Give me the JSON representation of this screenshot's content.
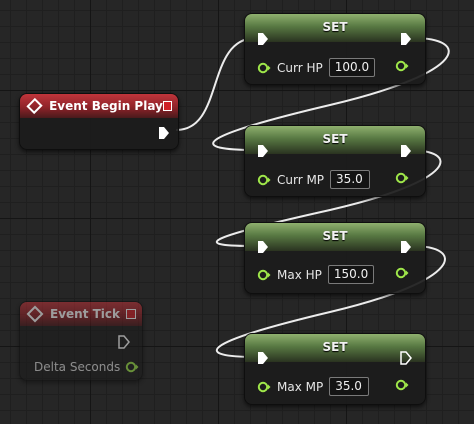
{
  "event_begin_play": {
    "title": "Event Begin Play"
  },
  "event_tick": {
    "title": "Event Tick",
    "param_label": "Delta Seconds"
  },
  "set_nodes": [
    {
      "title": "SET",
      "var_label": "Curr HP",
      "value": "100.0"
    },
    {
      "title": "SET",
      "var_label": "Curr MP",
      "value": "35.0"
    },
    {
      "title": "SET",
      "var_label": "Max HP",
      "value": "150.0"
    },
    {
      "title": "SET",
      "var_label": "Max MP",
      "value": "35.0"
    }
  ],
  "colors": {
    "exec_pin": "#ffffff",
    "float_pin": "#9fe74a",
    "event_header": "#b3272e",
    "set_header": "#6f8f52",
    "grid_bg": "#262626"
  },
  "icons": {
    "exec": "exec-arrow-icon",
    "float": "float-pin-icon",
    "event": "event-diamond-icon",
    "delegate": "delegate-square-icon"
  }
}
